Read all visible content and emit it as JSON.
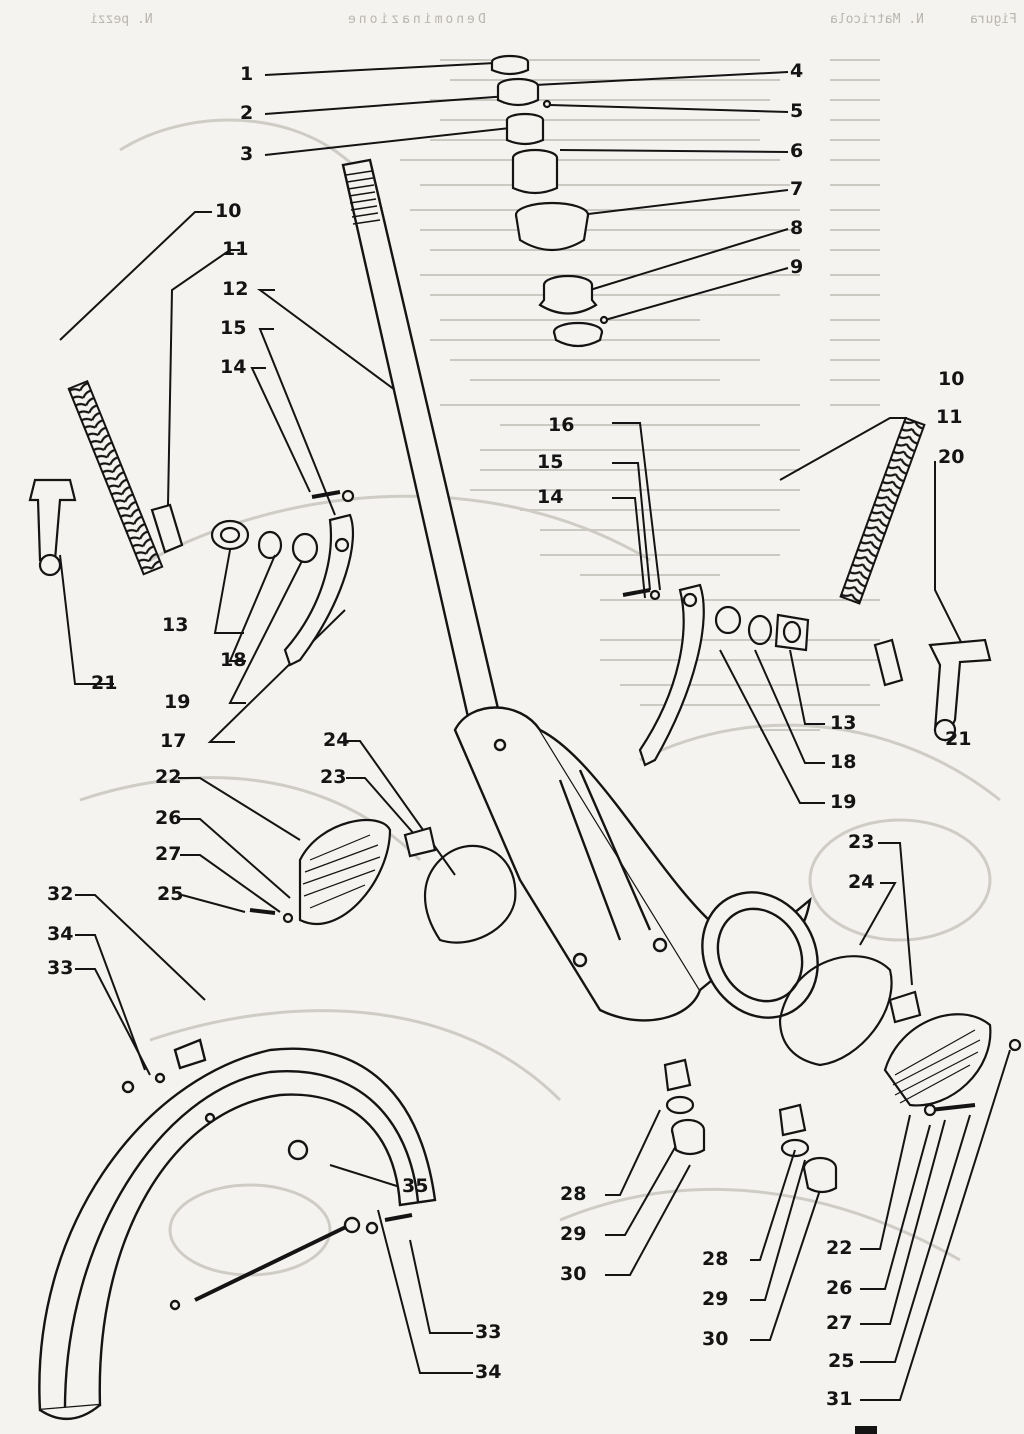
{
  "header_mirrored": {
    "col_a": "N. Figura",
    "col_b": "N. Matricola",
    "col_c": "Denominazione",
    "col_d": "N. pezzi"
  },
  "callouts": [
    "1",
    "2",
    "3",
    "4",
    "5",
    "6",
    "7",
    "8",
    "9",
    "10",
    "10",
    "11",
    "11",
    "12",
    "13",
    "13",
    "14",
    "14",
    "15",
    "15",
    "16",
    "17",
    "18",
    "18",
    "19",
    "19",
    "20",
    "21",
    "21",
    "22",
    "22",
    "23",
    "23",
    "24",
    "24",
    "25",
    "25",
    "26",
    "26",
    "27",
    "27",
    "28",
    "28",
    "29",
    "29",
    "30",
    "30",
    "31",
    "32",
    "33",
    "33",
    "34",
    "34",
    "35"
  ],
  "colors": {
    "ink": "#141414",
    "paper": "#f5f3ef",
    "bleed": "#c4c1bb"
  }
}
